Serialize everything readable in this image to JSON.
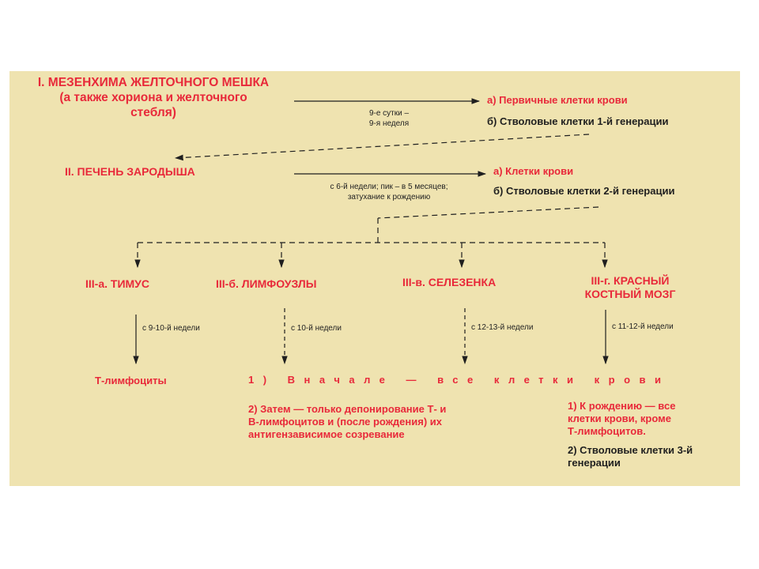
{
  "colors": {
    "red": "#e8293a",
    "background": "#efe3b0",
    "ink": "#1f1f1f"
  },
  "stage1": {
    "line1": "I. МЕЗЕНХИМА ЖЕЛТОЧНОГО МЕШКА",
    "line2": "(а также хориона и желточного",
    "line3": "стебля)",
    "arrow_label_1": "9-е сутки –",
    "arrow_label_2": "9-я неделя",
    "out_a": "а) Первичные клетки крови",
    "out_b": "б) Стволовые клетки 1-й генерации"
  },
  "stage2": {
    "title": "II. ПЕЧЕНЬ ЗАРОДЫША",
    "arrow_label_1": "с 6-й недели; пик – в 5 месяцев;",
    "arrow_label_2": "затухание к рождению",
    "out_a": "а) Клетки крови",
    "out_b": "б) Стволовые клетки 2-й генерации"
  },
  "stage3": {
    "a_title": "III-а. ТИМУС",
    "b_title": "III-б. ЛИМФОУЗЛЫ",
    "c_title": "III-в. СЕЛЕЗЕНКА",
    "d_title_1": "III-г. КРАСНЫЙ",
    "d_title_2": "КОСТНЫЙ МОЗГ",
    "a_label": "с 9-10-й недели",
    "b_label": "с 10-й недели",
    "c_label": "с 12-13-й недели",
    "d_label": "с 11-12-й недели"
  },
  "results": {
    "thymus": "Т-лимфоциты",
    "shared_1": "1) Вначале — все клетки крови",
    "shared_2_l1": "2) Затем — только депонирование Т- и",
    "shared_2_l2": "В-лимфоцитов и (после рождения) их",
    "shared_2_l3": "антигензависимое созревание",
    "marrow_1_l1": "1) К рождению — все",
    "marrow_1_l2": "клетки крови, кроме",
    "marrow_1_l3": "Т-лимфоцитов.",
    "marrow_2_l1": "2) Стволовые клетки 3-й",
    "marrow_2_l2": "генерации"
  }
}
